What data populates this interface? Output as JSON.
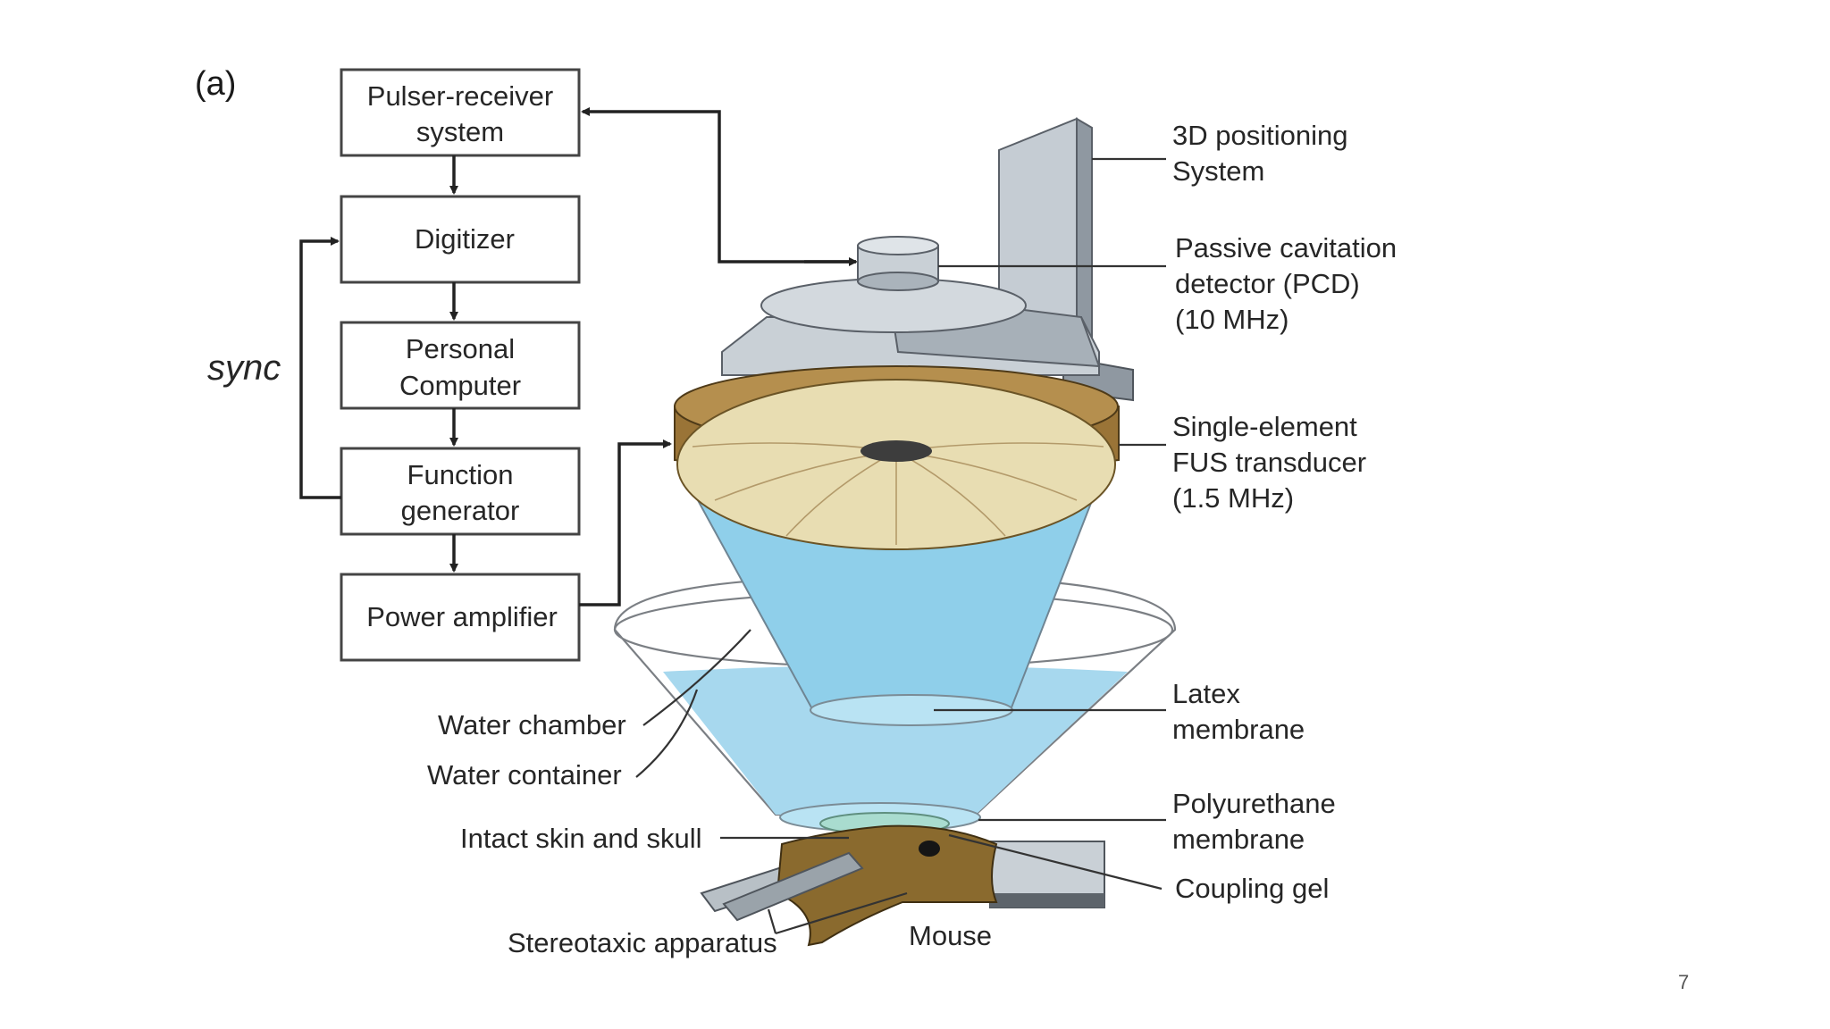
{
  "panel_label": "(a)",
  "sync_label": "sync",
  "page_number": "7",
  "blocks": {
    "pulser_receiver": [
      "Pulser-receiver",
      "system"
    ],
    "digitizer": [
      "Digitizer"
    ],
    "personal_computer": [
      "Personal",
      "Computer"
    ],
    "function_generator": [
      "Function",
      "generator"
    ],
    "power_amplifier": [
      "Power amplifier"
    ]
  },
  "labels": {
    "positioning": [
      "3D positioning",
      "System"
    ],
    "pcd": [
      "Passive cavitation",
      "detector (PCD)",
      "(10 MHz)"
    ],
    "transducer": [
      "Single-element",
      "FUS transducer",
      "(1.5 MHz)"
    ],
    "latex": [
      "Latex",
      "membrane"
    ],
    "polyurethane": [
      "Polyurethane",
      "membrane"
    ],
    "coupling_gel": "Coupling gel",
    "mouse": "Mouse",
    "water_chamber": "Water chamber",
    "water_container": "Water container",
    "skin_skull": "Intact skin and skull",
    "stereotaxic": "Stereotaxic apparatus"
  },
  "colors": {
    "water": "#9fd3ea",
    "transducer_ring": "#9a7437",
    "transducer_face": "#e8ddb2",
    "metal": "#c5ccd3",
    "mouse": "#8a6a2e"
  }
}
